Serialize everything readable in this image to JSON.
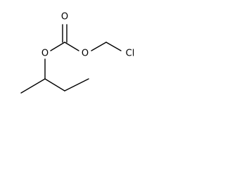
{
  "molecule": {
    "atoms": {
      "carbonyl_o": "O",
      "ester_o_left": "O",
      "ester_o_right": "O",
      "chlorine": "Cl"
    }
  },
  "colors": {
    "bond": "#000000",
    "label": "#000000",
    "background": "#ffffff"
  }
}
